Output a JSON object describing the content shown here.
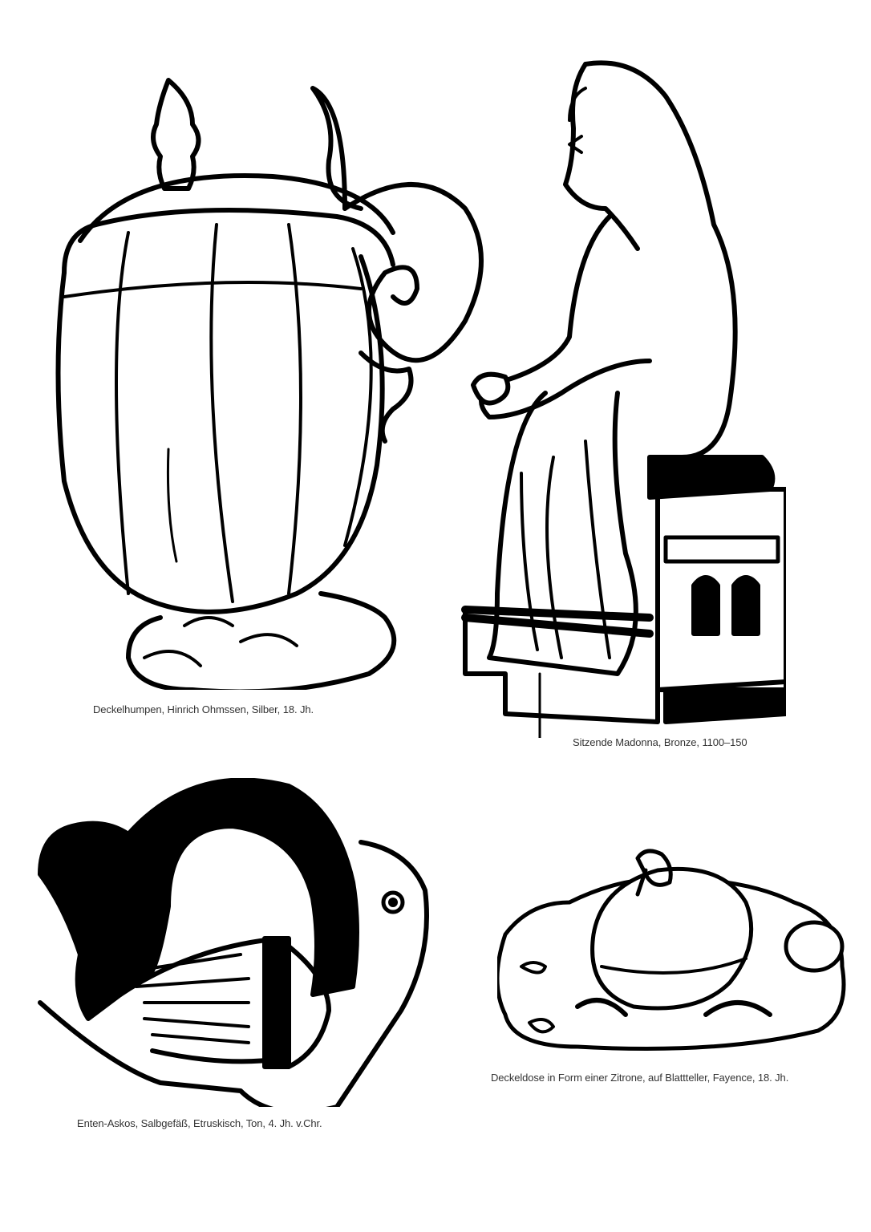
{
  "captions": {
    "humpen": "Deckelhumpen, Hinrich Ohmssen, Silber, 18. Jh.",
    "madonna": "Sitzende Madonna, Bronze, 1100–150",
    "askos": "Enten-Askos, Salbgefäß, Etruskisch, Ton, 4. Jh. v.Chr.",
    "deckeldose": "Deckeldose in Form einer Zitrone, auf Blattteller, Fayence, 18. Jh."
  },
  "colors": {
    "ink": "#000000",
    "paper": "#ffffff",
    "caption": "#333333"
  }
}
